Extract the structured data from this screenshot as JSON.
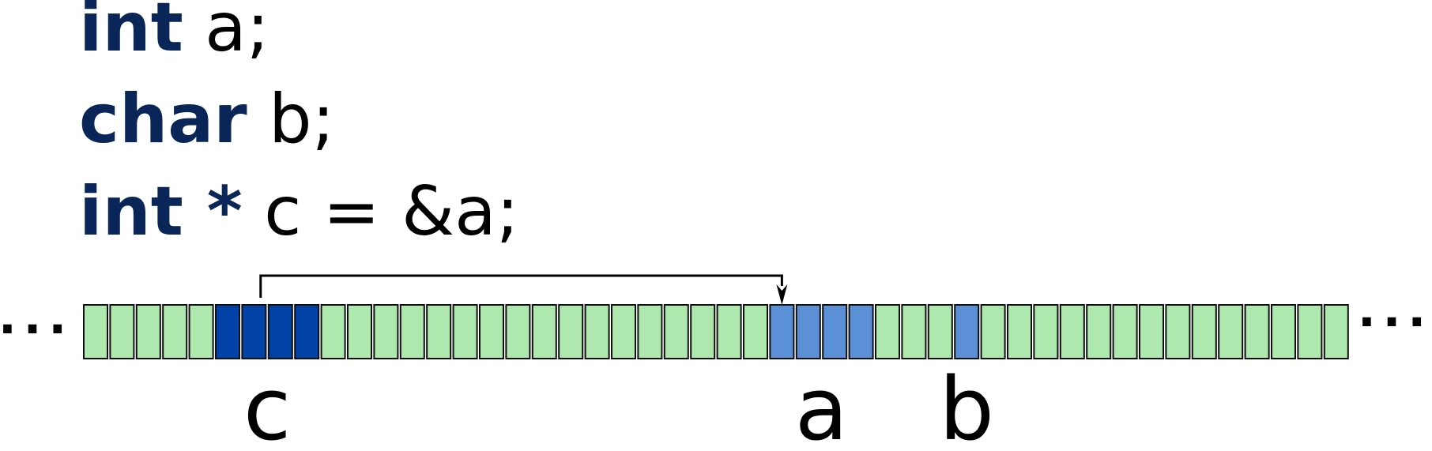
{
  "code_lines": [
    {
      "keyword": "int",
      "rest": " a;"
    },
    {
      "keyword": "char",
      "rest": " b;"
    },
    {
      "keyword": "int",
      "keyword_suffix": " *",
      "rest": " c = &a;"
    }
  ],
  "memory": {
    "cell_count": 48,
    "ellipsis_left": "· · ·",
    "ellipsis_right": "· · ·",
    "variables": [
      {
        "name": "c",
        "start": 5,
        "size": 4,
        "color": "#0042a6"
      },
      {
        "name": "a",
        "start": 26,
        "size": 4,
        "color": "#5b8fd6"
      },
      {
        "name": "b",
        "start": 33,
        "size": 1,
        "color": "#5b8fd6"
      }
    ],
    "pointer": {
      "from": "c",
      "to": "a"
    }
  },
  "colors": {
    "keyword": "#0a2558",
    "free_cell": "#aee8ae",
    "cell_border": "#111111"
  }
}
